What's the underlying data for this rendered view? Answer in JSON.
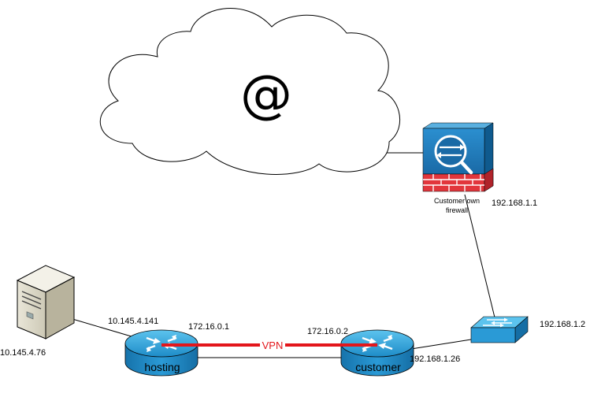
{
  "cloud": {
    "symbol": "@"
  },
  "firewall": {
    "name_line1": "Customer own",
    "name_line2": "firewall",
    "ip": "192.168.1.1"
  },
  "switch": {
    "ip": "192.168.1.2"
  },
  "server": {
    "ip": "10.145.4.76"
  },
  "hosting_router": {
    "name": "hosting",
    "wan_ip": "10.145.4.141",
    "vpn_ip": "172.16.0.1"
  },
  "customer_router": {
    "name": "customer",
    "vpn_ip": "172.16.0.2",
    "lan_ip": "192.168.1.26"
  },
  "vpn": {
    "label": "VPN"
  },
  "colors": {
    "router_blue": "#2aa0d6",
    "router_dark": "#1a6fa3",
    "firewall_blue": "#1f7fc0",
    "brick_red": "#e2363c",
    "vpn_red": "#e3161b"
  }
}
